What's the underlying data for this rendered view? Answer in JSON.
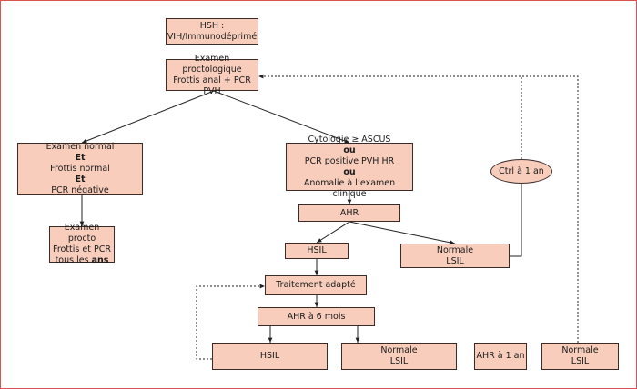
{
  "nodes": {
    "hsh": {
      "lines": [
        "HSH :",
        "VIH/Immunodéprimé"
      ]
    },
    "exam": {
      "lines": [
        "Examen proctologique",
        "Frottis anal + PCR PVH"
      ]
    },
    "normal": {
      "l1": "Examen normal",
      "l2": "Et",
      "l3": "Frottis normal",
      "l4": "Et",
      "l5": "PCR négative"
    },
    "ascus": {
      "l1": "Cytologie ≥ ASCUS",
      "l2": "ou",
      "l3": "PCR positive PVH HR",
      "l4": "ou",
      "l5": "Anomalie à l’examen clinique"
    },
    "yearly": {
      "l1": "Examen procto",
      "l2": "Frottis et PCR",
      "l3": "tous les ",
      "l3b": "ans"
    },
    "ahr": {
      "label": "AHR"
    },
    "hsil1": {
      "label": "HSIL"
    },
    "normale_lsil1": {
      "lines": [
        "Normale",
        "LSIL"
      ]
    },
    "ctrl": {
      "label": "Ctrl à 1 an"
    },
    "traitement": {
      "label": "Traitement adapté"
    },
    "ahr6": {
      "label": "AHR à 6 mois"
    },
    "hsil2": {
      "label": "HSIL"
    },
    "normale_lsil2": {
      "lines": [
        "Normale",
        "LSIL"
      ]
    },
    "ahr1an": {
      "label": "AHR à 1 an"
    },
    "normale_lsil3": {
      "lines": [
        "Normale",
        "LSIL"
      ]
    }
  },
  "colors": {
    "node_fill": "#f9cdbc",
    "border": "#3a2a28",
    "frame": "#d9534f"
  }
}
